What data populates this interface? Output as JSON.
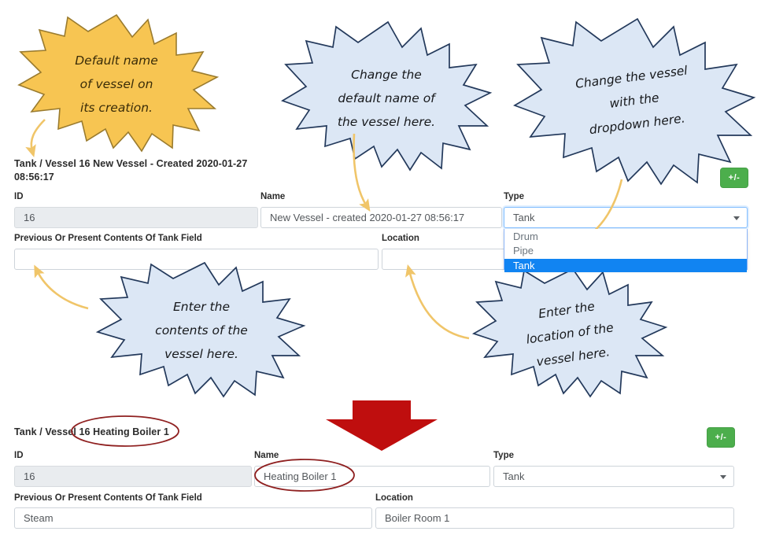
{
  "top_form": {
    "title": "Tank / Vessel 16 New Vessel - Created 2020-01-27 08:56:17",
    "labels": {
      "id": "ID",
      "name": "Name",
      "type": "Type",
      "contents": "Previous Or Present Contents Of Tank Field",
      "location": "Location"
    },
    "values": {
      "id": "16",
      "name": "New Vessel - created 2020-01-27 08:56:17",
      "type": "Tank",
      "contents": "",
      "location": ""
    },
    "type_options": [
      "Drum",
      "Pipe",
      "Tank"
    ],
    "type_selected": "Tank",
    "plus_minus_label": "+/-"
  },
  "bottom_form": {
    "title": "Tank / Vessel 16 Heating Boiler 1",
    "labels": {
      "id": "ID",
      "name": "Name",
      "type": "Type",
      "contents": "Previous Or Present Contents Of Tank Field",
      "location": "Location"
    },
    "values": {
      "id": "16",
      "name": "Heating Boiler 1",
      "type": "Tank",
      "contents": "Steam",
      "location": "Boiler Room 1"
    },
    "plus_minus_label": "+/-"
  },
  "callouts": [
    {
      "id": "default-name",
      "style": "gold",
      "lines": [
        "Default name",
        "of vessel on",
        "its creation."
      ]
    },
    {
      "id": "change-default-name",
      "style": "blue",
      "lines": [
        "Change the",
        "default name of",
        "the vessel here."
      ]
    },
    {
      "id": "change-vessel-dropdown",
      "style": "blue",
      "lines": [
        "Change the vessel",
        "with the",
        "dropdown here."
      ]
    },
    {
      "id": "enter-contents",
      "style": "blue",
      "lines": [
        "Enter the",
        "contents of the",
        "vessel here."
      ]
    },
    {
      "id": "enter-location",
      "style": "blue",
      "lines": [
        "Enter the",
        "location of the",
        "vessel here."
      ]
    }
  ],
  "colors": {
    "callout_gold_fill": "#f7c552",
    "callout_gold_stroke": "#9a7b2e",
    "callout_blue_fill": "#dce7f5",
    "callout_blue_stroke": "#23395b",
    "arrow_gold": "#f0c569",
    "annotation_red": "#8f2020",
    "big_arrow_red": "#bf0e0e",
    "button_green": "#4cae4c",
    "dropdown_highlight": "#1184f2",
    "readonly_grey": "#e9ecef"
  }
}
